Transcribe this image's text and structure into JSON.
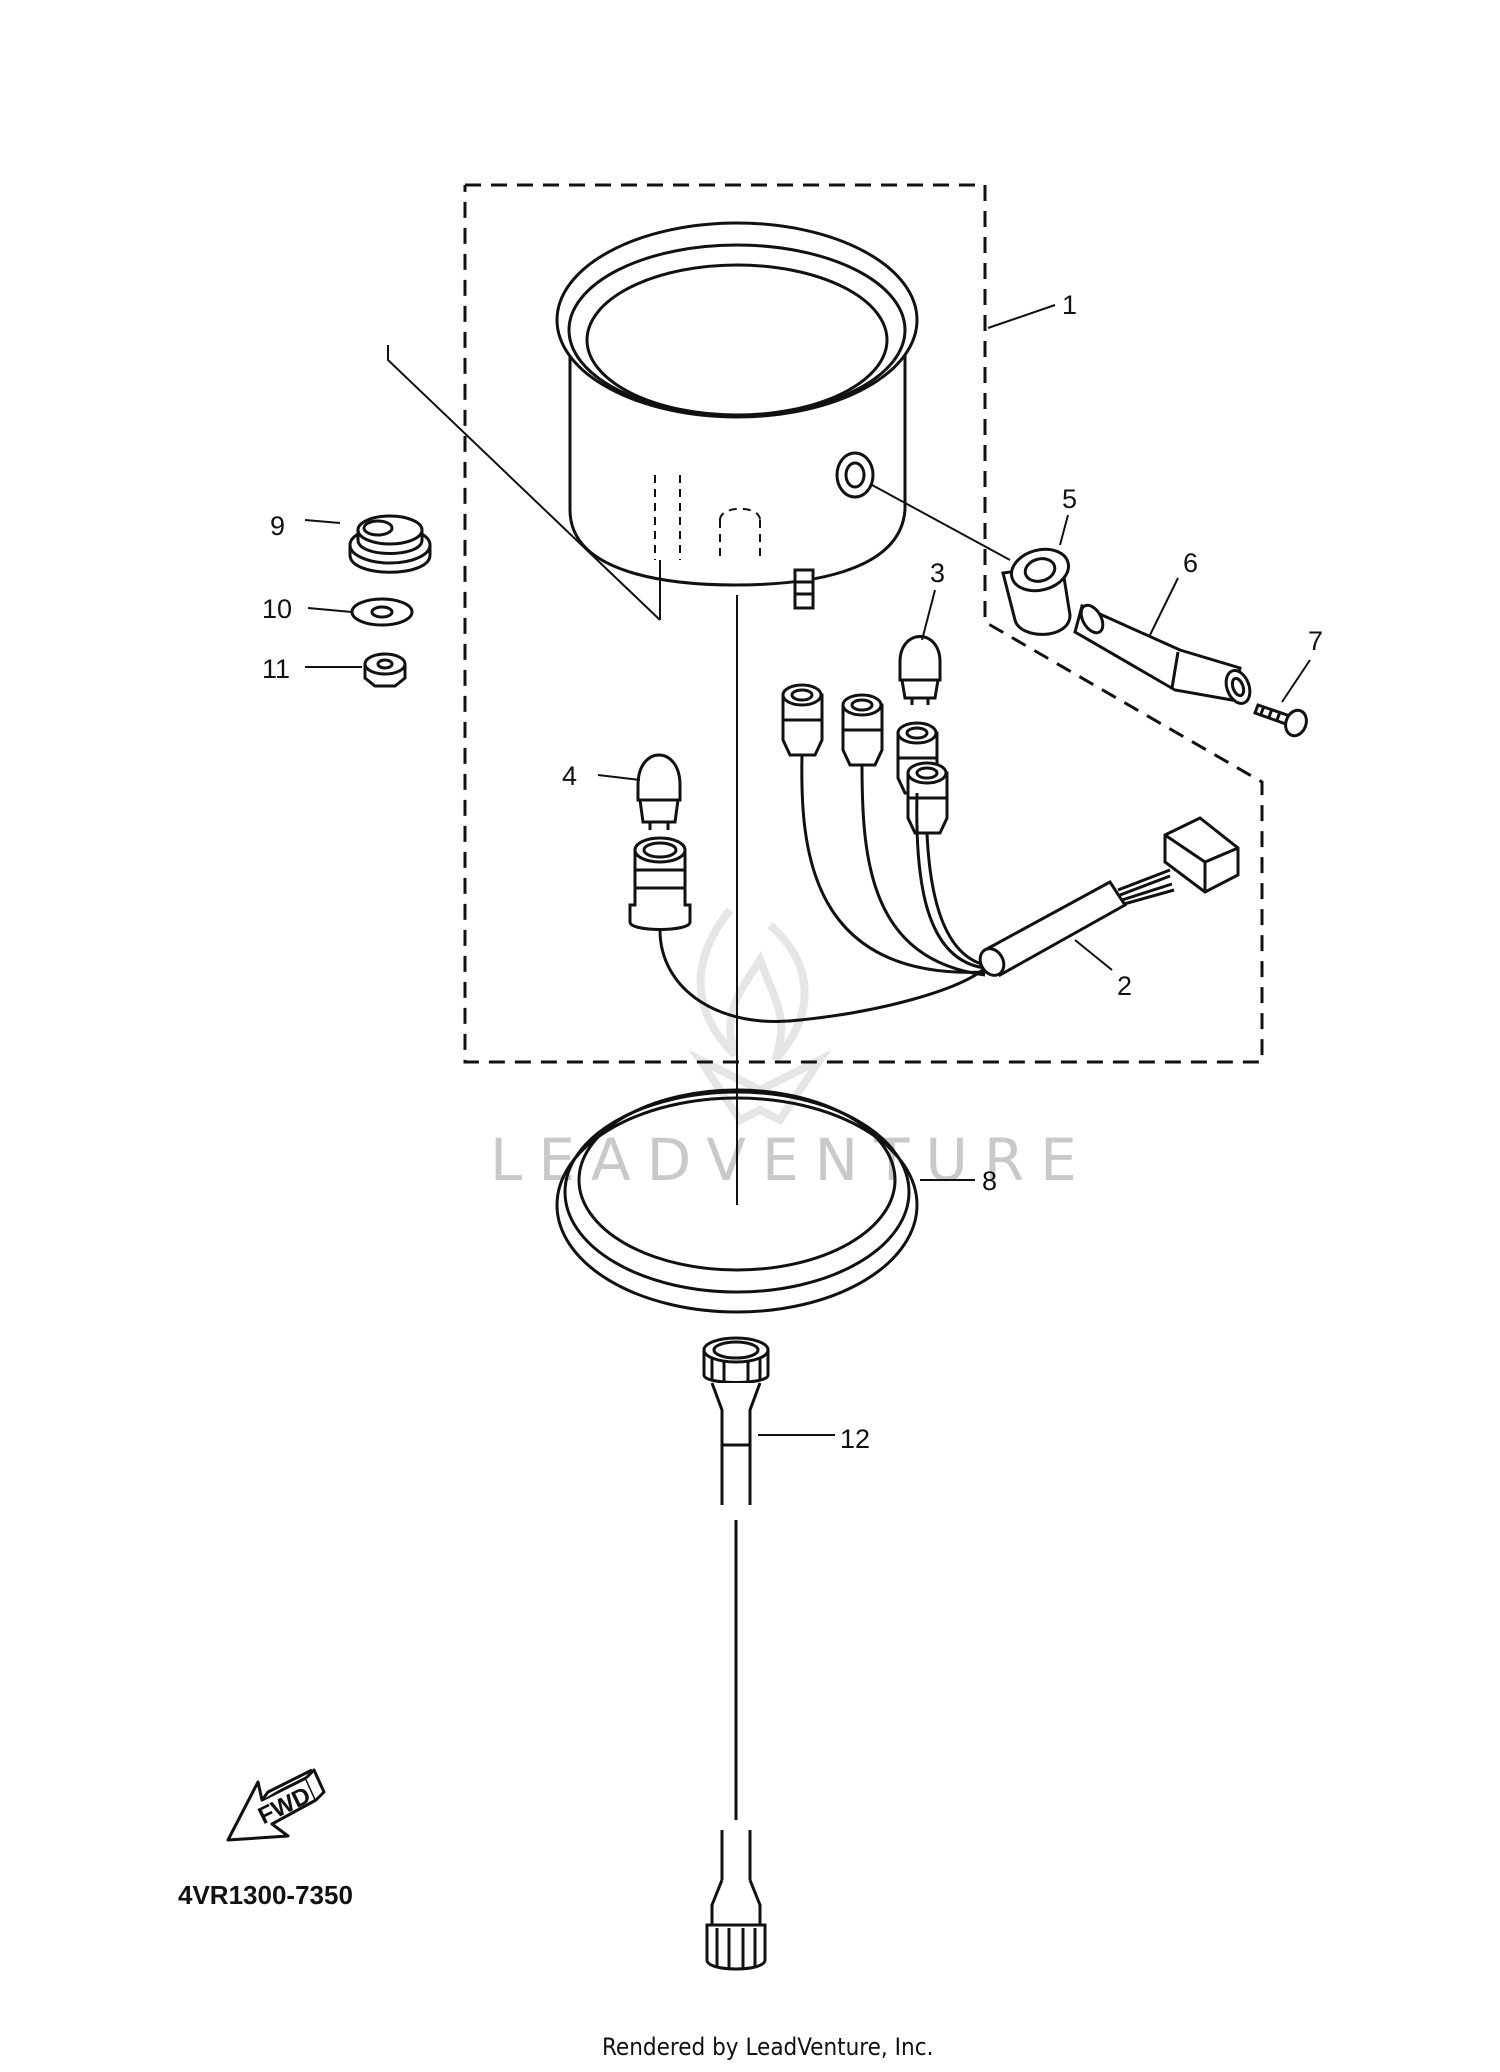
{
  "watermark": "LEADVENTURE",
  "diagram_code": "4VR1300-7350",
  "render_credit": "Rendered by LeadVenture, Inc.",
  "fwd_label": "FWD",
  "callouts": [
    "1",
    "2",
    "3",
    "4",
    "5",
    "6",
    "7",
    "8",
    "9",
    "10",
    "11",
    "12"
  ],
  "icons": {
    "fwd": "fwd-arrow-icon",
    "watermark": "leadventure-flame-logo-icon"
  }
}
